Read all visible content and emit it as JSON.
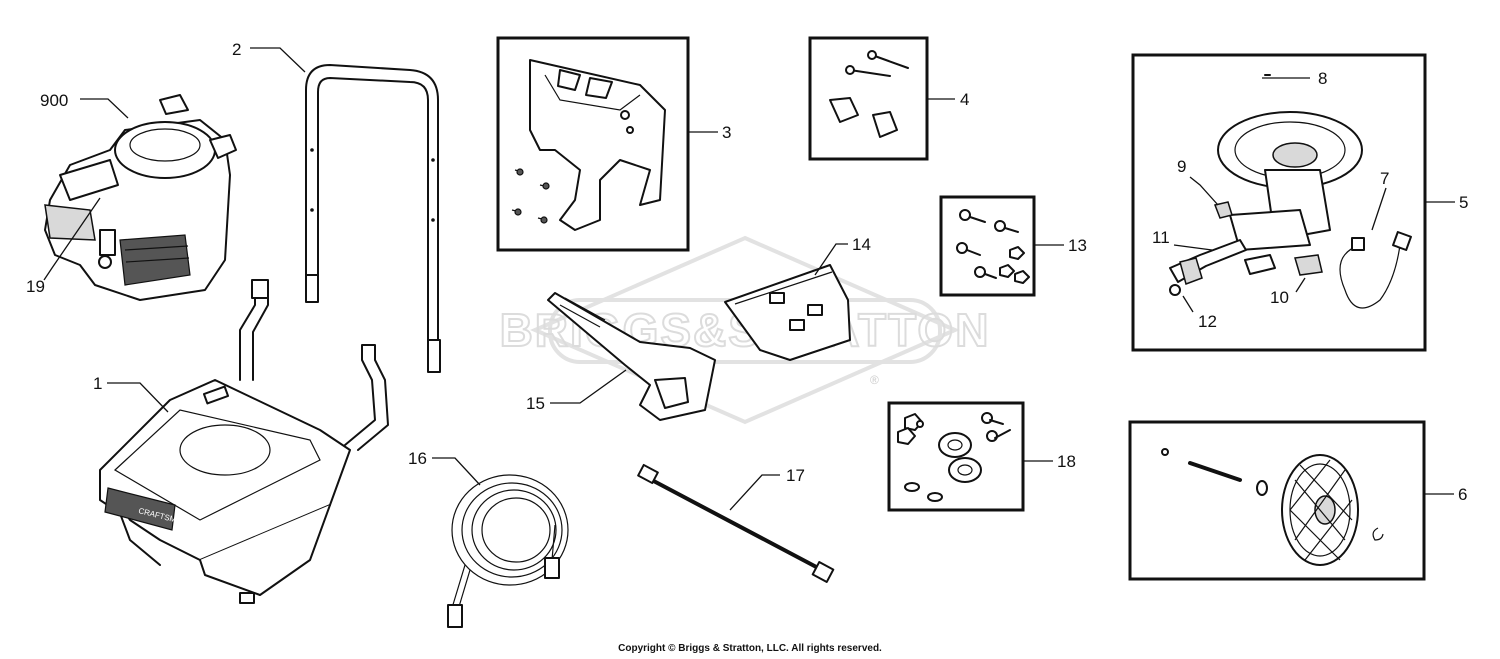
{
  "watermark": {
    "text": "BRIGGS&STRATTON",
    "mark": "®"
  },
  "callouts": [
    {
      "id": "c900",
      "label": "900"
    },
    {
      "id": "c19",
      "label": "19"
    },
    {
      "id": "c1",
      "label": "1"
    },
    {
      "id": "c2",
      "label": "2"
    },
    {
      "id": "c3",
      "label": "3"
    },
    {
      "id": "c4",
      "label": "4"
    },
    {
      "id": "c5",
      "label": "5"
    },
    {
      "id": "c6",
      "label": "6"
    },
    {
      "id": "c7",
      "label": "7"
    },
    {
      "id": "c8",
      "label": "8"
    },
    {
      "id": "c9",
      "label": "9"
    },
    {
      "id": "c10",
      "label": "10"
    },
    {
      "id": "c11",
      "label": "11"
    },
    {
      "id": "c12",
      "label": "12"
    },
    {
      "id": "c13",
      "label": "13"
    },
    {
      "id": "c14",
      "label": "14"
    },
    {
      "id": "c15",
      "label": "15"
    },
    {
      "id": "c16",
      "label": "16"
    },
    {
      "id": "c17",
      "label": "17"
    },
    {
      "id": "c18",
      "label": "18"
    }
  ],
  "frame_brand": "CRAFTSMAN",
  "copyright": "Copyright © Briggs & Stratton, LLC. All rights reserved."
}
